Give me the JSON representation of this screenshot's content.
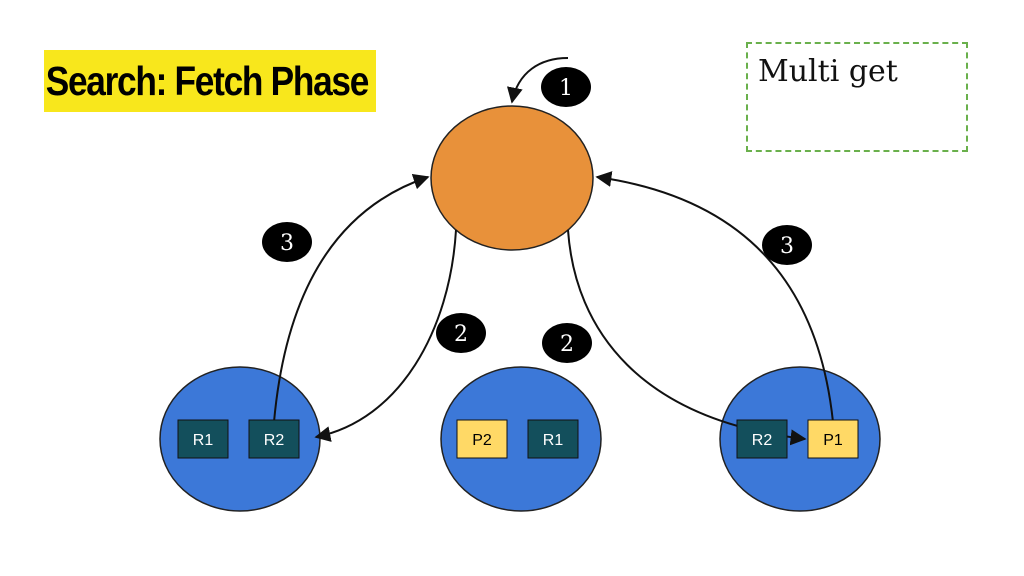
{
  "title": "Search: Fetch Phase",
  "note": "Multi get",
  "colors": {
    "coordinator": "#e8913a",
    "node": "#3c78d8",
    "replica_shard": "#134f5c",
    "primary_shard": "#ffd966",
    "title_banner": "#f8e71c",
    "note_border": "#6ab04c"
  },
  "nodes": [
    {
      "shards": [
        "R1",
        "R2"
      ],
      "shard_types": [
        "replica",
        "replica"
      ]
    },
    {
      "shards": [
        "P2",
        "R1"
      ],
      "shard_types": [
        "primary",
        "replica"
      ]
    },
    {
      "shards": [
        "R2",
        "P1"
      ],
      "shard_types": [
        "replica",
        "primary"
      ]
    }
  ],
  "steps": {
    "step1": "1",
    "step2_left": "2",
    "step2_mid": "2",
    "step3_left": "3",
    "step3_right": "3"
  }
}
